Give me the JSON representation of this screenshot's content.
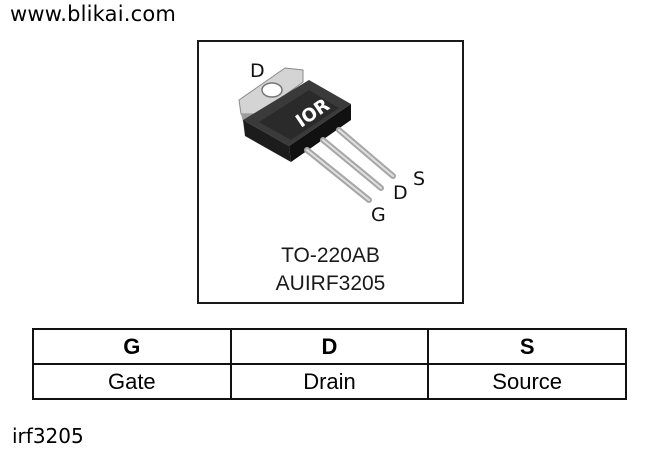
{
  "site_url": "www.blikai.com",
  "package": {
    "name": "TO-220AB",
    "part_number": "AUIRF3205",
    "logo_text": "IOR",
    "pin_labels": {
      "tab": "D",
      "gate": "G",
      "drain": "D",
      "source": "S"
    }
  },
  "pinout_table": {
    "headers": [
      "G",
      "D",
      "S"
    ],
    "names": [
      "Gate",
      "Drain",
      "Source"
    ]
  },
  "footer_part": "irf3205",
  "colors": {
    "border": "#111111",
    "package_body": "#222222",
    "tab_metal": "#c8c8c8",
    "leads": "#b8b8b8"
  }
}
